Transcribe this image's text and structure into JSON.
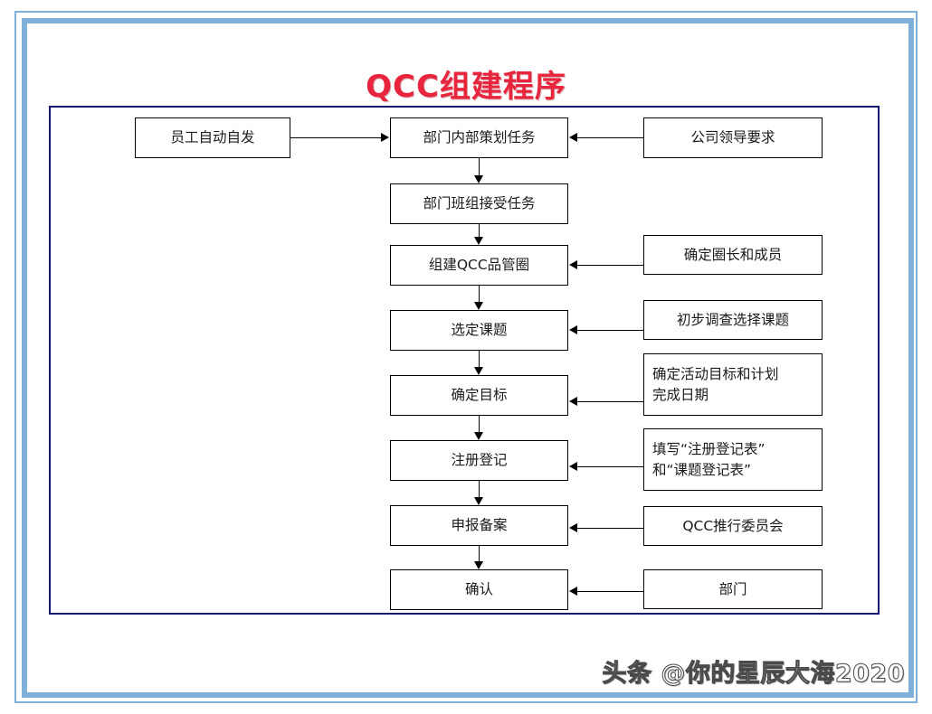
{
  "slide": {
    "title": "QCC组建程序",
    "title_color": "#e8253c",
    "frame_color": "#7fb0da",
    "chart_border_color": "#161673",
    "watermark": "头条 @你的星辰大海2020"
  },
  "flow": {
    "main_nodes": [
      {
        "id": "n1",
        "label": "部门内部策划任务"
      },
      {
        "id": "n2",
        "label": "部门班组接受任务"
      },
      {
        "id": "n3",
        "label": "组建QCC品管圈"
      },
      {
        "id": "n4",
        "label": "选定课题"
      },
      {
        "id": "n5",
        "label": "确定目标"
      },
      {
        "id": "n6",
        "label": "注册登记"
      },
      {
        "id": "n7",
        "label": "申报备案"
      },
      {
        "id": "n8",
        "label": "确认"
      }
    ],
    "left_nodes": [
      {
        "id": "l1",
        "label": "员工自动自发"
      }
    ],
    "right_nodes": [
      {
        "id": "r1",
        "label": "公司领导要求"
      },
      {
        "id": "r3",
        "label": "确定圈长和成员"
      },
      {
        "id": "r4",
        "label": "初步调查选择课题"
      },
      {
        "id": "r5",
        "label": "确定活动目标和计划\n完成日期"
      },
      {
        "id": "r6",
        "label": "填写“注册登记表”\n和“课题登记表”"
      },
      {
        "id": "r7",
        "label": "QCC推行委员会"
      },
      {
        "id": "r8",
        "label": "部门"
      }
    ]
  }
}
